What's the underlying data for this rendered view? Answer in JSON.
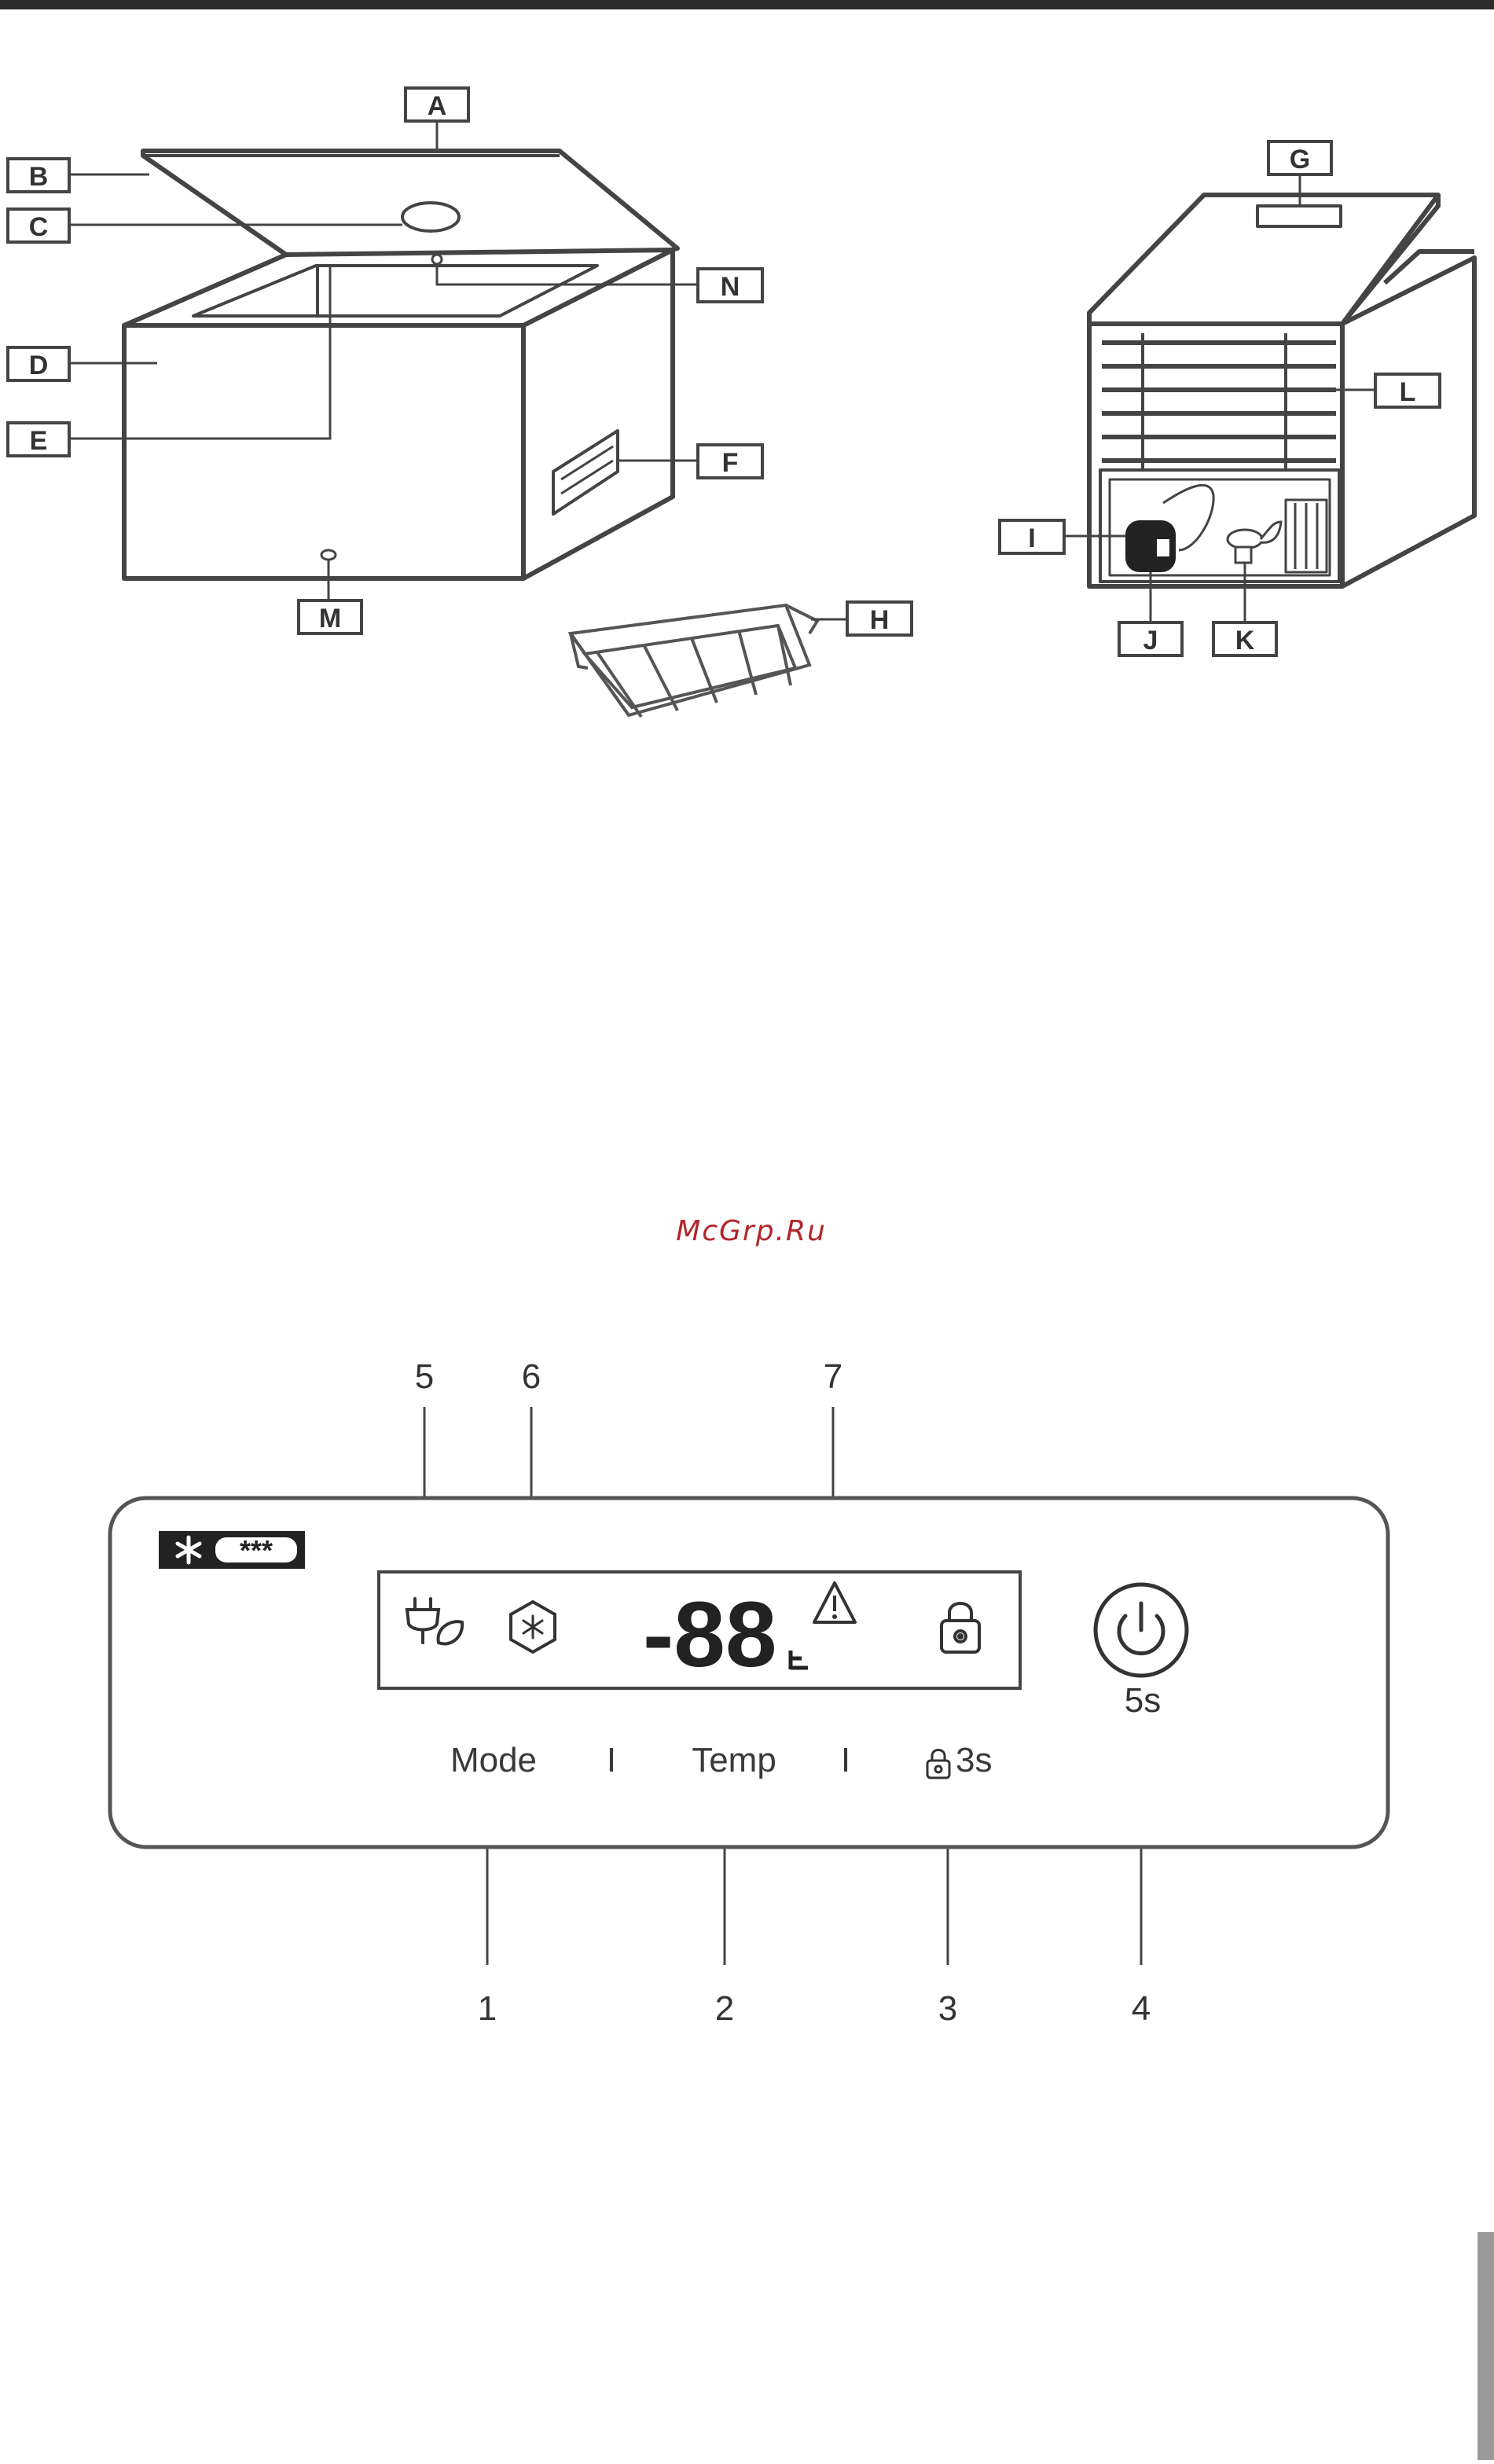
{
  "watermark": "McGrp.Ru",
  "part_labels": [
    "A",
    "B",
    "C",
    "D",
    "E",
    "F",
    "G",
    "H",
    "I",
    "J",
    "K",
    "L",
    "M",
    "N"
  ],
  "panel": {
    "star_rating": "***",
    "display_digits": "-88",
    "controls": {
      "mode": "Mode",
      "separator1": "I",
      "temp": "Temp",
      "separator2": "I",
      "lock_hold": "3s",
      "power_hold": "5s"
    },
    "callouts": [
      "1",
      "2",
      "3",
      "4",
      "5",
      "6",
      "7"
    ]
  },
  "icons": [
    "fridge-front-outline",
    "fridge-rear-outline",
    "basket-icon",
    "snowflake-icon",
    "eco-plug-icon",
    "alarm-triangle-icon",
    "lock-icon",
    "power-icon"
  ]
}
